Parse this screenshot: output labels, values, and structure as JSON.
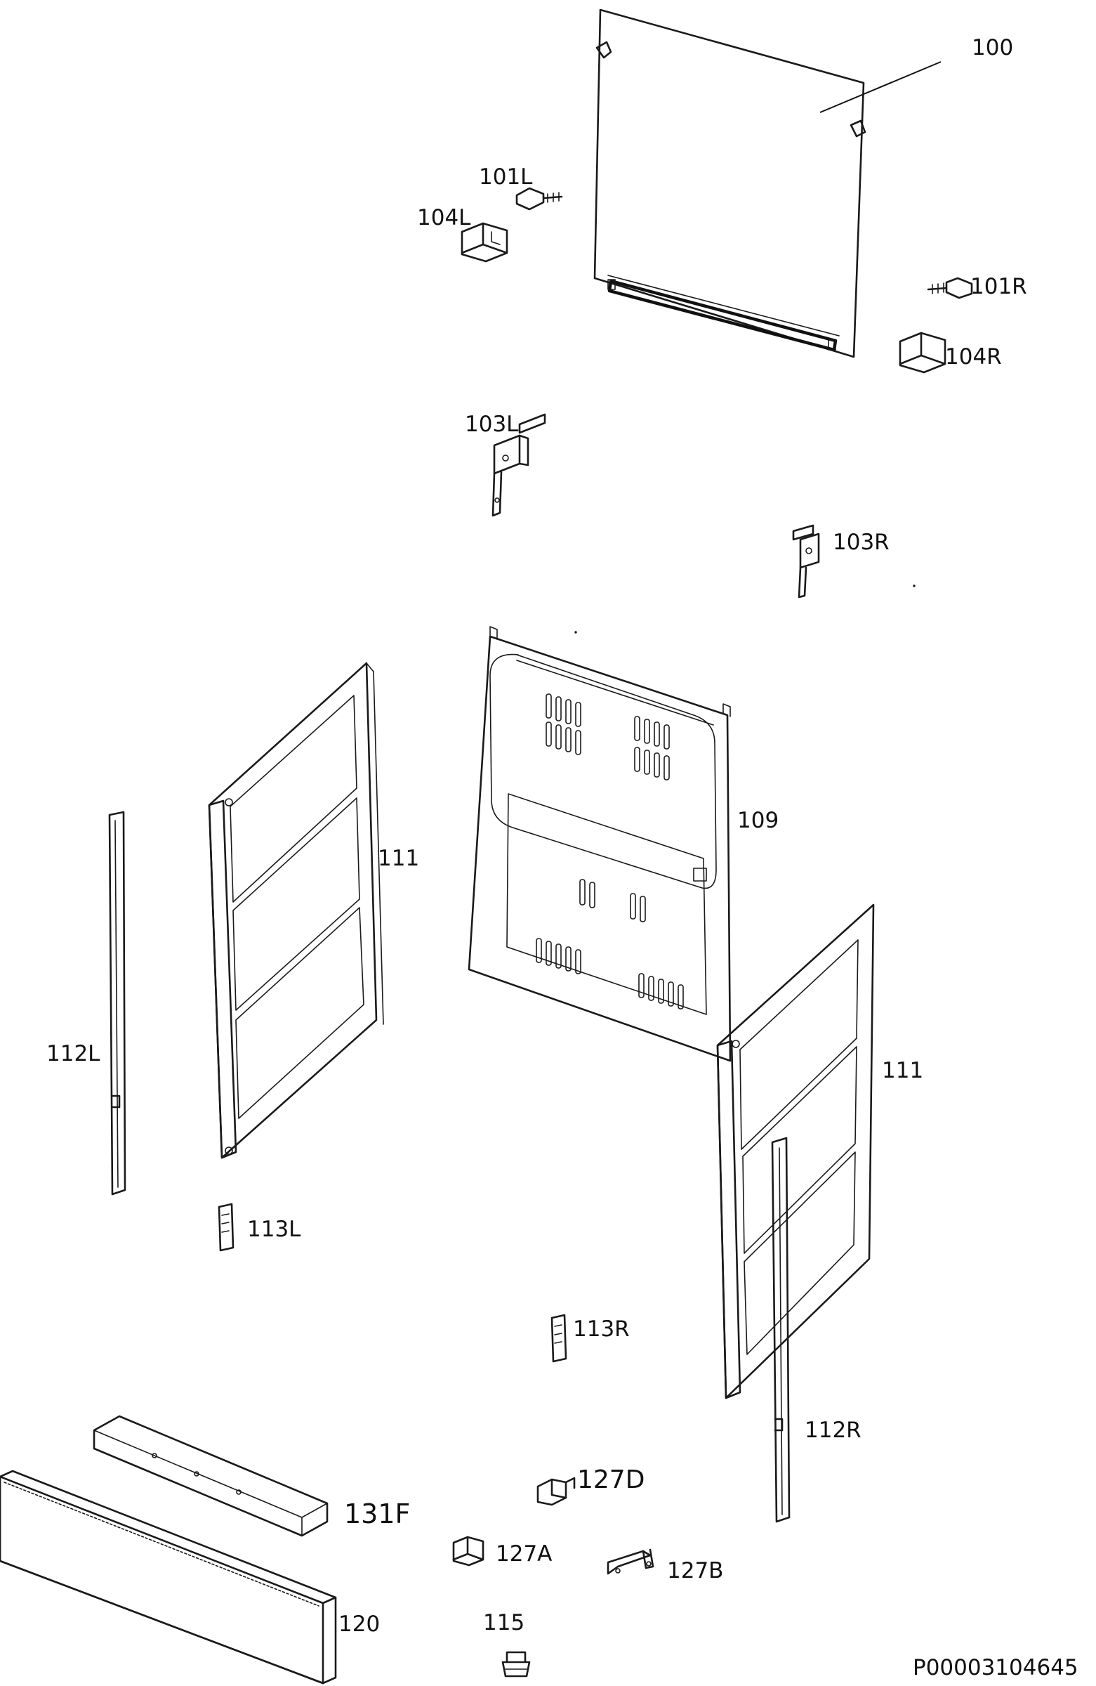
{
  "diagram": {
    "part_labels": {
      "p100": "100",
      "p101L": "101L",
      "p104L": "104L",
      "p101R": "101R",
      "p104R": "104R",
      "p103L": "103L",
      "p103R": "103R",
      "p109": "109",
      "p111_left": "111",
      "p111_right": "111",
      "p112L": "112L",
      "p113L": "113L",
      "p113R": "113R",
      "p112R": "112R",
      "p127D": "127D",
      "p131F": "131F",
      "p127A": "127A",
      "p127B": "127B",
      "p115": "115",
      "p120": "120"
    },
    "drawing_code": "P00003104645"
  }
}
